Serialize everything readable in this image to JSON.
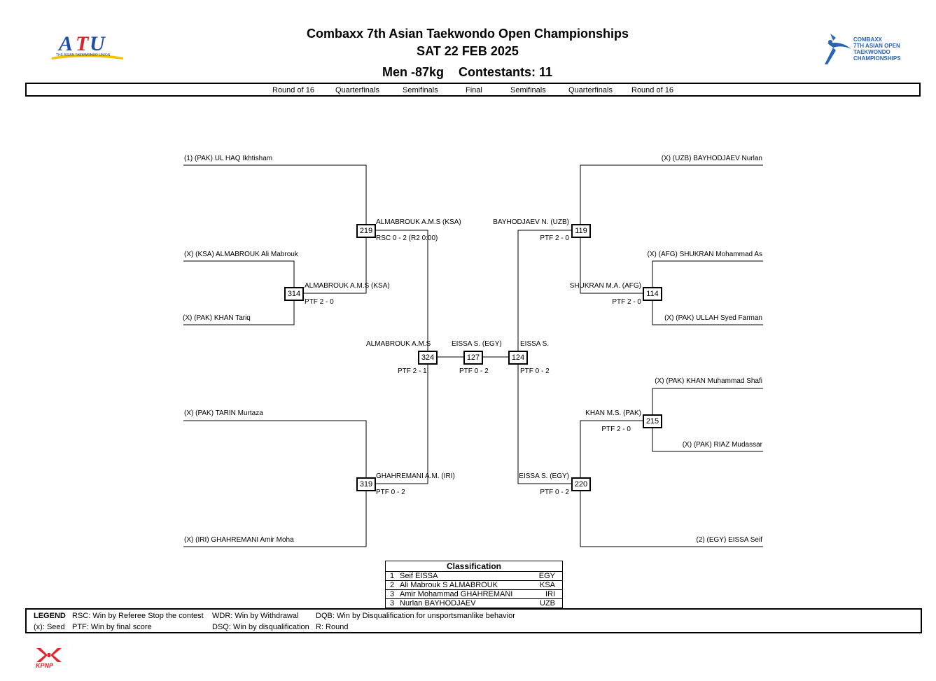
{
  "header": {
    "title": "Combaxx 7th Asian Taekwondo Open Championships",
    "date": "SAT 22 FEB 2025",
    "category": "Men -87kg",
    "contestants": "Contestants: 11"
  },
  "logos": {
    "left_text": "THE ASIAN TAEKWONDO UNION",
    "right_lines": [
      "COMBAXX",
      "7TH ASIAN OPEN",
      "TAEKWONDO",
      "CHAMPIONSHIPS"
    ],
    "footer_text": "KPNP",
    "colors": {
      "atu_blue": "#1e4fa3",
      "atu_red": "#d7232b",
      "right_logo_blue": "#2b63b5",
      "kpnp_red": "#e3262c"
    }
  },
  "rounds": [
    "Round of 16",
    "Quarterfinals",
    "Semifinals",
    "Final",
    "Semifinals",
    "Quarterfinals",
    "Round of 16"
  ],
  "entrants": {
    "l1": "(1) (PAK) UL HAQ Ikhtisham",
    "l2": "(X) (KSA) ALMABROUK Ali Mabrouk",
    "l3": "(X) (PAK) KHAN Tariq",
    "l4": "(X) (PAK) TARIN Murtaza",
    "l5": "(X) (IRI) GHAHREMANI Amir Moha",
    "r1": "(X) (UZB) BAYHODJAEV Nurlan",
    "r2": "(X) (AFG) SHUKRAN Mohammad As",
    "r3": "(X) (PAK) ULLAH Syed Farman",
    "r4": "(X) (PAK) KHAN Muhammad Shafi",
    "r5": "(X) (PAK) RIAZ Mudassar",
    "r6": "(2) (EGY) EISSA Seif"
  },
  "matches": {
    "m314": {
      "num": "314",
      "winner": "ALMABROUK A.M.S (KSA)",
      "result": "PTF 2 - 0"
    },
    "m219": {
      "num": "219",
      "winner": "ALMABROUK A.M.S (KSA)",
      "result": "RSC 0 - 2 (R2 0:00)"
    },
    "m319": {
      "num": "319",
      "winner": "GHAHREMANI A.M. (IRI)",
      "result": "PTF 0 - 2"
    },
    "m324": {
      "num": "324",
      "winner": "ALMABROUK A.M.S",
      "result": "PTF 2 - 1"
    },
    "m127": {
      "num": "127",
      "winner": "EISSA S. (EGY)",
      "result": "PTF 0 - 2"
    },
    "m124": {
      "num": "124",
      "winner": "EISSA S.",
      "result": "PTF 0 - 2"
    },
    "m119": {
      "num": "119",
      "winner": "BAYHODJAEV N. (UZB)",
      "result": "PTF 2 - 0"
    },
    "m114": {
      "num": "114",
      "winner": "SHUKRAN M.A. (AFG)",
      "result": "PTF 2 - 0"
    },
    "m215": {
      "num": "215",
      "winner": "KHAN M.S. (PAK)",
      "result": "PTF 2 - 0"
    },
    "m220": {
      "num": "220",
      "winner": "EISSA S. (EGY)",
      "result": "PTF 0 - 2"
    }
  },
  "classification": {
    "title": "Classification",
    "rows": [
      {
        "rank": "1",
        "name": "Seif EISSA",
        "country": "EGY"
      },
      {
        "rank": "2",
        "name": "Ali Mabrouk S ALMABROUK",
        "country": "KSA"
      },
      {
        "rank": "3",
        "name": "Amir Mohammad GHAHREMANI",
        "country": "IRI"
      },
      {
        "rank": "3",
        "name": "Nurlan BAYHODJAEV",
        "country": "UZB"
      }
    ]
  },
  "legend": {
    "title": "LEGEND",
    "seed": "(x): Seed",
    "rsc": "RSC: Win by Referee Stop the contest",
    "ptf": "PTF: Win by final score",
    "wdr": "WDR: Win by Withdrawal",
    "dsq": "DSQ: Win by disqualification",
    "dqb": "DQB: Win by Disqualification for unsportsmanlike behavior",
    "r": "R: Round"
  }
}
